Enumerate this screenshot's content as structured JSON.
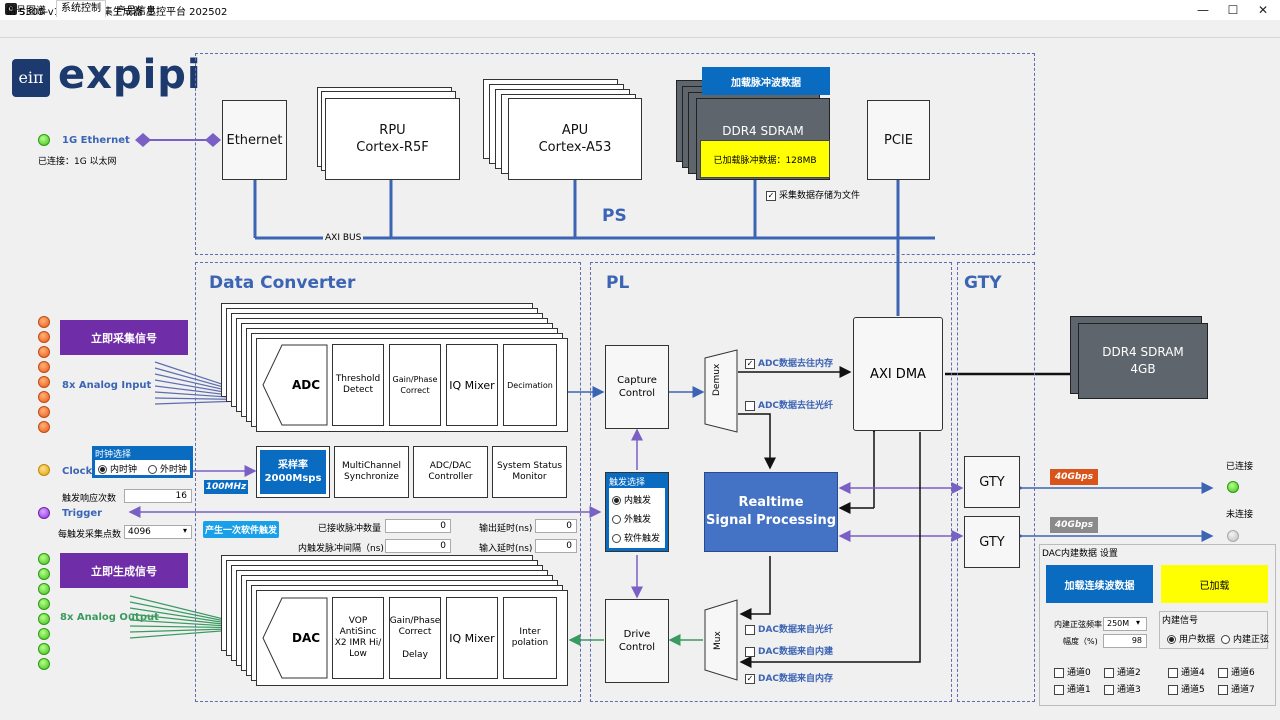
{
  "window": {
    "title": "S305-v1.0 信号采集生成器 主控平台 202502",
    "icon": "ei-icon"
  },
  "menu": [
    {
      "label": "信号图谱"
    },
    {
      "label": "系统控制"
    },
    {
      "label": "产品信息"
    }
  ],
  "logo": {
    "mark": "eiπ",
    "text": "expipi"
  },
  "ps": {
    "ethernet": "Ethernet",
    "rpu_line1": "RPU",
    "rpu_line2": "Cortex-R5F",
    "apu_line1": "APU",
    "apu_line2": "Cortex-A53",
    "load_pulse_button": "加载脉冲波数据",
    "ddr_label": "DDR4 SDRAM",
    "loaded_pulse": "已加载脉冲数据：128MB",
    "save_to_file": "采集数据存储为文件",
    "pcie": "PCIE",
    "axi_bus": "AXI BUS",
    "section": "PS"
  },
  "left": {
    "eth_label": "1G Ethernet",
    "eth_status": "已连接：1G 以太网",
    "acquire_button": "立即采集信号",
    "analog_input": "8x Analog Input",
    "clock_select_title": "时钟选择",
    "clock_internal": "内时钟",
    "clock_external": "外时钟",
    "clock_label": "Clock",
    "freq_badge": "100MHz",
    "trigger_resp_label": "触发响应次数",
    "trigger_resp_value": "16",
    "trigger_label": "Trigger",
    "points_label": "每触发采集点数",
    "points_value": "4096",
    "generate_button": "立即生成信号",
    "analog_output": "8x Analog Output"
  },
  "converter": {
    "section": "Data Converter",
    "adc": "ADC",
    "threshold_1": "Threshold",
    "threshold_2": "Detect",
    "gainphase_1": "Gain/Phase",
    "gainphase_2": "Correct",
    "iqmixer": "IQ Mixer",
    "decimation": "Decimation",
    "sample_rate_1": "采样率",
    "sample_rate_2": "2000Msps",
    "multichannel_1": "MultiChannel",
    "multichannel_2": "Synchronize",
    "adcdac_1": "ADC/DAC",
    "adcdac_2": "Controller",
    "sysstatus_1": "System Status",
    "sysstatus_2": "Monitor",
    "soft_trigger_button": "产生一次软件触发",
    "received_pulses_label": "已接收脉冲数量",
    "received_pulses_value": "0",
    "internal_interval_label": "内触发脉冲间隔（ns)",
    "internal_interval_value": "0",
    "output_delay_label": "输出延时(ns)",
    "output_delay_value": "0",
    "input_delay_label": "输入延时(ns)",
    "input_delay_value": "0",
    "dac": "DAC",
    "vop_1": "VOP",
    "vop_2": "AntiSinc",
    "vop_3": "X2 IMR Hi/",
    "vop_4": "Low",
    "gp_dac_1": "Gain/Phase",
    "gp_dac_2": "Correct",
    "gp_dac_3": "Delay",
    "iqmixer_dac": "IQ Mixer",
    "interp_1": "Inter",
    "interp_2": "polation"
  },
  "pl": {
    "section": "PL",
    "capture_1": "Capture",
    "capture_2": "Control",
    "demux": "Demux",
    "adc_to_mem": "ADC数据去往内存",
    "adc_to_fiber": "ADC数据去往光纤",
    "trigger_select_title": "触发选择",
    "trig_internal": "内触发",
    "trig_external": "外触发",
    "trig_software": "软件触发",
    "rsp_1": "Realtime",
    "rsp_2": "Signal Processing",
    "axi_dma": "AXI DMA",
    "drive_1": "Drive",
    "drive_2": "Control",
    "mux": "Mux",
    "dac_from_fiber": "DAC数据来自光纤",
    "dac_from_internal": "DAC数据来自内建",
    "dac_from_mem": "DAC数据来自内存"
  },
  "gty": {
    "section": "GTY",
    "ddr_1": "DDR4 SDRAM",
    "ddr_2": "4GB",
    "gty1": "GTY",
    "gty2": "GTY",
    "speed1": "40Gbps",
    "speed2": "40Gbps",
    "status1": "已连接",
    "status2": "未连接"
  },
  "dac_panel": {
    "title": "DAC内建数据 设置",
    "load_button": "加载连续波数据",
    "loaded_button": "已加载",
    "freq_label": "内建正弦频率",
    "freq_value": "250M",
    "amp_label": "幅度（%)",
    "amp_value": "98",
    "builtin_signal_title": "内建信号",
    "user_data": "用户数据",
    "builtin_sine": "内建正弦",
    "channels": [
      "通道0",
      "通道2",
      "通道4",
      "通道6",
      "通道1",
      "通道3",
      "通道5",
      "通道7"
    ]
  },
  "colors": {
    "accent": "#3c64b4",
    "purple": "#6f2da8",
    "blue": "#0a6cc1",
    "yellow": "#ffff00",
    "orange_badge": "#d9541a",
    "dark_block": "#5f656d"
  }
}
